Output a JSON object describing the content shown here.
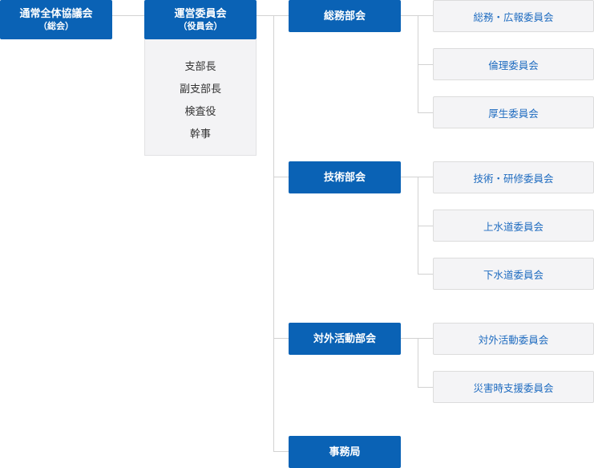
{
  "general_assembly": {
    "title": "通常全体協議会",
    "subtitle": "（総会）"
  },
  "steering_committee": {
    "title": "運営委員会",
    "subtitle": "（役員会）",
    "roles": [
      "支部長",
      "副支部長",
      "検査役",
      "幹事"
    ]
  },
  "departments": [
    {
      "name": "総務部会",
      "committees": [
        "総務・広報委員会",
        "倫理委員会",
        "厚生委員会"
      ]
    },
    {
      "name": "技術部会",
      "committees": [
        "技術・研修委員会",
        "上水道委員会",
        "下水道委員会"
      ]
    },
    {
      "name": "対外活動部会",
      "committees": [
        "対外活動委員会",
        "災害時支援委員会"
      ]
    },
    {
      "name": "事務局",
      "committees": []
    }
  ],
  "colors": {
    "primary": "#0a62b5",
    "committee_text": "#1f6cc0",
    "line": "#d2d2d2"
  }
}
